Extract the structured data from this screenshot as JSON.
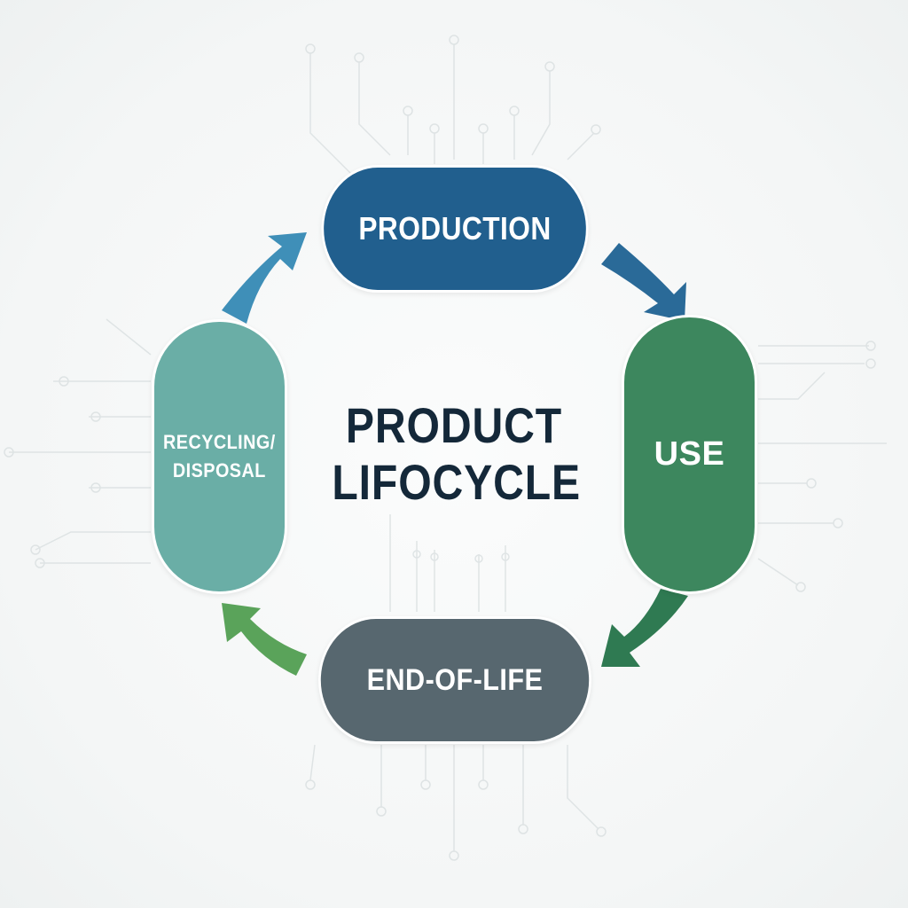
{
  "diagram": {
    "title_line1": "PRODUCT",
    "title_line2": "LIFOCYCLE",
    "nodes": {
      "production": "PRODUCTION",
      "use": "USE",
      "end_of_life": "END-OF-LIFE",
      "recycling_line1": "RECYCLING/",
      "recycling_line2": "DISPOSAL"
    },
    "flow": [
      "PRODUCTION",
      "USE",
      "END-OF-LIFE",
      "RECYCLING/ DISPOSAL"
    ],
    "colors": {
      "production": "#215f8e",
      "use": "#3d875e",
      "end_of_life": "#57676f",
      "recycling": "#6aaea6",
      "arrow_production_to_use": "#2a6a98",
      "arrow_use_to_eol": "#2f7a52",
      "arrow_eol_to_recycling": "#5aa35a",
      "arrow_recycling_to_production": "#3f8fb8",
      "title": "#142839",
      "background": "#f7f8f8"
    }
  }
}
